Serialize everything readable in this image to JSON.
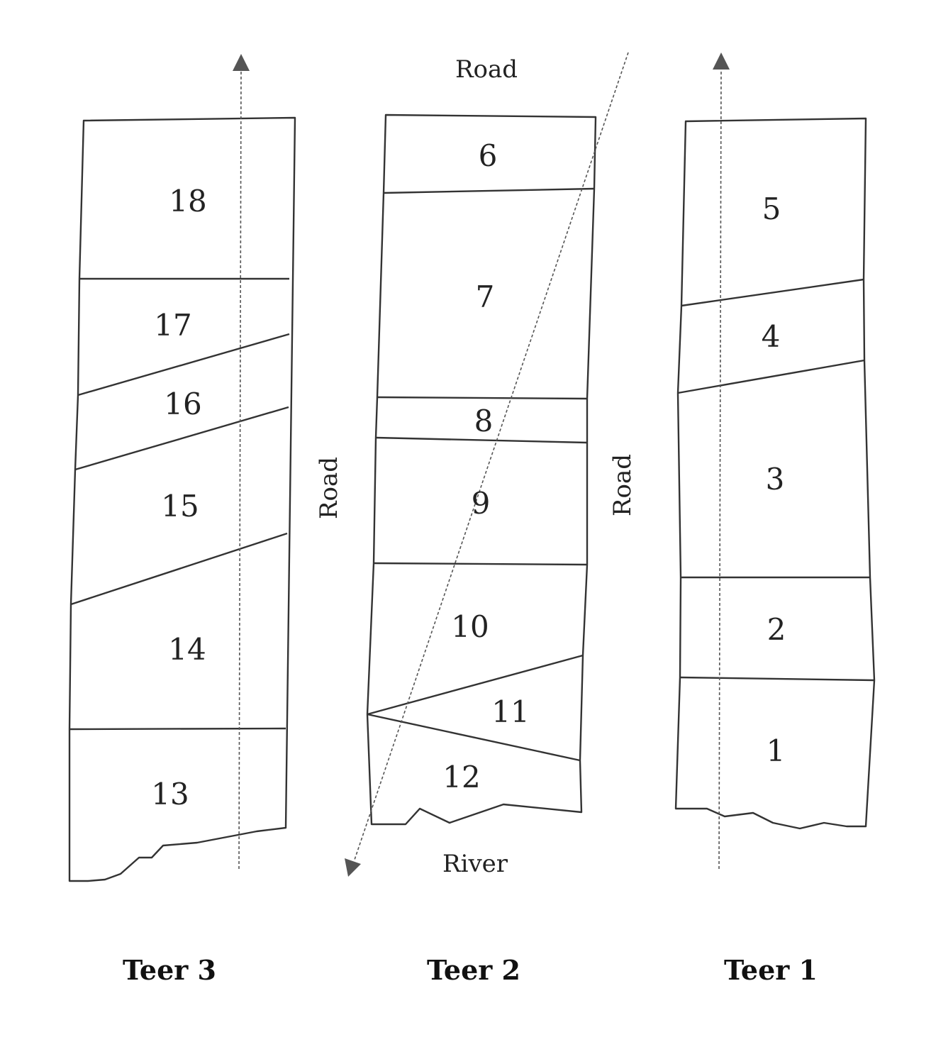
{
  "labels": {
    "road_top": "Road",
    "road_left": "Road",
    "road_right": "Road",
    "river": "River"
  },
  "teers": {
    "teer3": "Teer 3",
    "teer2": "Teer 2",
    "teer1": "Teer 1"
  },
  "lots": {
    "l1": "1",
    "l2": "2",
    "l3": "3",
    "l4": "4",
    "l5": "5",
    "l6": "6",
    "l7": "7",
    "l8": "8",
    "l9": "9",
    "l10": "10",
    "l11": "11",
    "l12": "12",
    "l13": "13",
    "l14": "14",
    "l15": "15",
    "l16": "16",
    "l17": "17",
    "l18": "18"
  },
  "colors": {
    "line": "#333333",
    "dashed": "#555555"
  }
}
